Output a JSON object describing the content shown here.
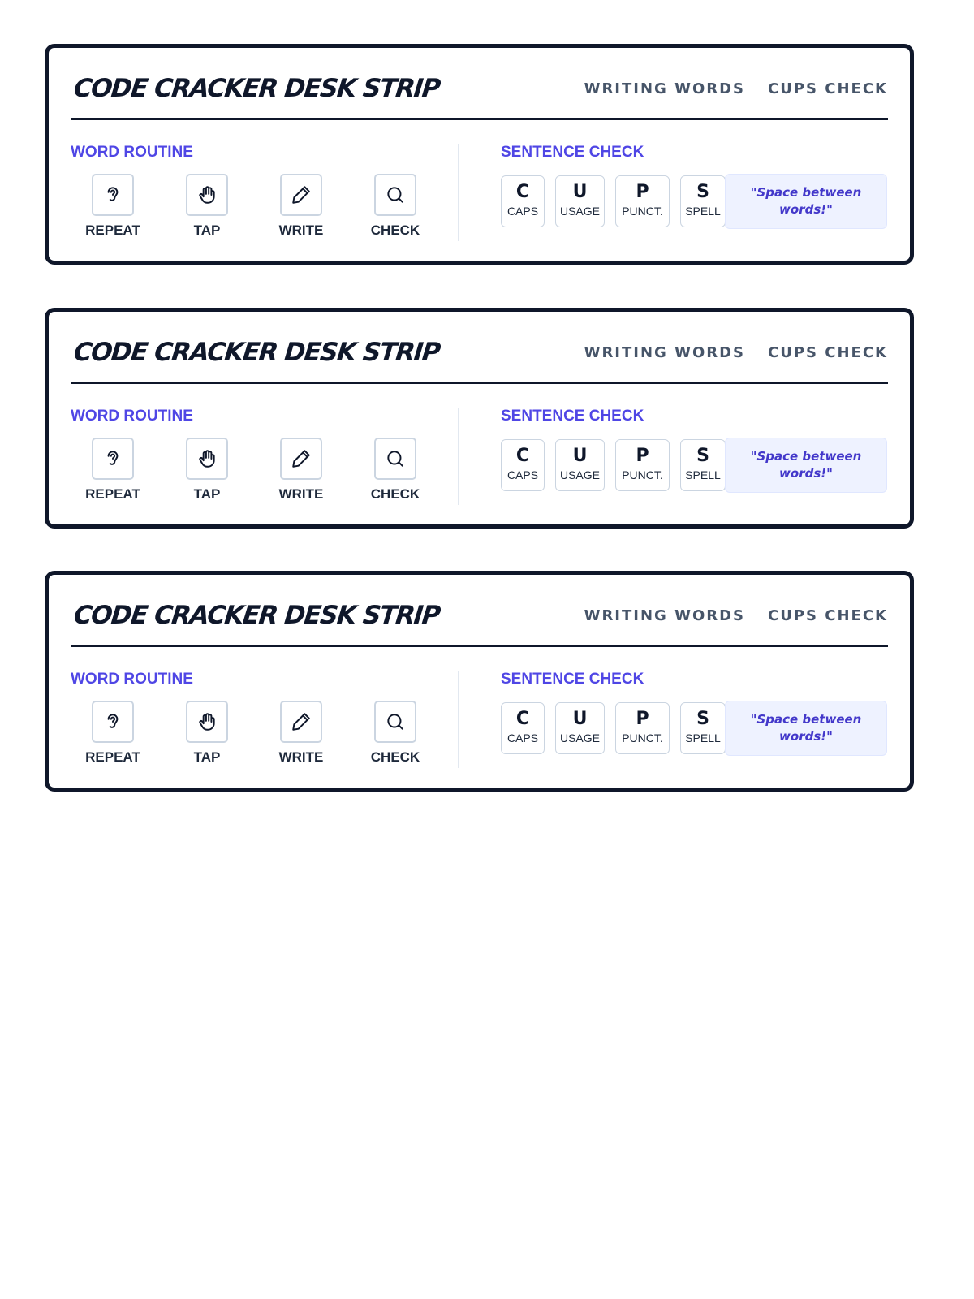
{
  "cards": [
    {
      "title": "CODE CRACKER DESK STRIP",
      "tags": [
        "WRITING WORDS",
        "CUPS CHECK"
      ],
      "word_routine": {
        "label": "WORD ROUTINE",
        "steps": [
          {
            "icon": "ear-icon",
            "label": "REPEAT"
          },
          {
            "icon": "hand-icon",
            "label": "TAP"
          },
          {
            "icon": "pencil-icon",
            "label": "WRITE"
          },
          {
            "icon": "magnifier-icon",
            "label": "CHECK"
          }
        ]
      },
      "sentence_check": {
        "label": "SENTENCE CHECK",
        "keys": [
          {
            "letter": "C",
            "label": "CAPS"
          },
          {
            "letter": "U",
            "label": "USAGE"
          },
          {
            "letter": "P",
            "label": "PUNCT."
          },
          {
            "letter": "S",
            "label": "SPELL"
          }
        ],
        "tip": "\"Space between words!\""
      }
    },
    {
      "title": "CODE CRACKER DESK STRIP",
      "tags": [
        "WRITING WORDS",
        "CUPS CHECK"
      ],
      "word_routine": {
        "label": "WORD ROUTINE",
        "steps": [
          {
            "icon": "ear-icon",
            "label": "REPEAT"
          },
          {
            "icon": "hand-icon",
            "label": "TAP"
          },
          {
            "icon": "pencil-icon",
            "label": "WRITE"
          },
          {
            "icon": "magnifier-icon",
            "label": "CHECK"
          }
        ]
      },
      "sentence_check": {
        "label": "SENTENCE CHECK",
        "keys": [
          {
            "letter": "C",
            "label": "CAPS"
          },
          {
            "letter": "U",
            "label": "USAGE"
          },
          {
            "letter": "P",
            "label": "PUNCT."
          },
          {
            "letter": "S",
            "label": "SPELL"
          }
        ],
        "tip": "\"Space between words!\""
      }
    },
    {
      "title": "CODE CRACKER DESK STRIP",
      "tags": [
        "WRITING WORDS",
        "CUPS CHECK"
      ],
      "word_routine": {
        "label": "WORD ROUTINE",
        "steps": [
          {
            "icon": "ear-icon",
            "label": "REPEAT"
          },
          {
            "icon": "hand-icon",
            "label": "TAP"
          },
          {
            "icon": "pencil-icon",
            "label": "WRITE"
          },
          {
            "icon": "magnifier-icon",
            "label": "CHECK"
          }
        ]
      },
      "sentence_check": {
        "label": "SENTENCE CHECK",
        "keys": [
          {
            "letter": "C",
            "label": "CAPS"
          },
          {
            "letter": "U",
            "label": "USAGE"
          },
          {
            "letter": "P",
            "label": "PUNCT."
          },
          {
            "letter": "S",
            "label": "SPELL"
          }
        ],
        "tip": "\"Space between words!\""
      }
    }
  ]
}
